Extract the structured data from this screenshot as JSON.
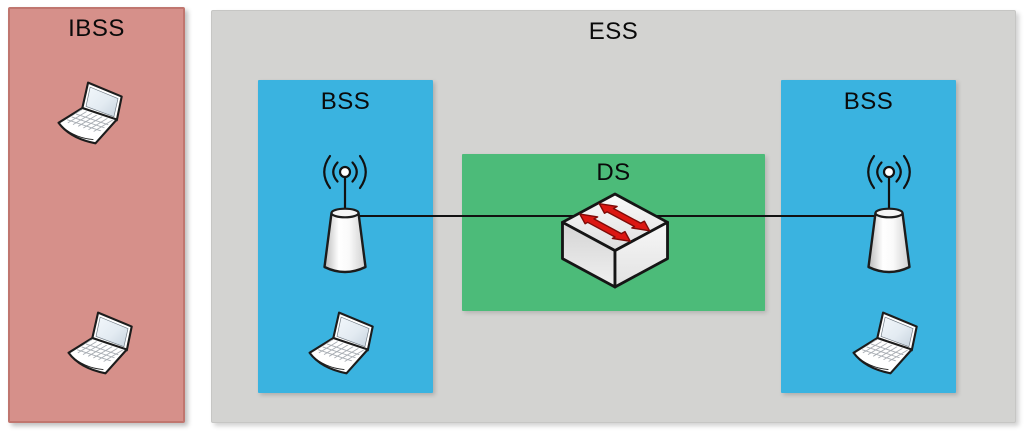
{
  "regions": {
    "ibss": {
      "label": "IBSS",
      "color": "#d6908a"
    },
    "ess": {
      "label": "ESS",
      "color": "#d3d3d1"
    },
    "bss_left": {
      "label": "BSS",
      "color": "#3ab3e0"
    },
    "bss_right": {
      "label": "BSS",
      "color": "#3ab3e0"
    },
    "ds": {
      "label": "DS",
      "color": "#4cbb79"
    }
  },
  "icons": {
    "laptop": "laptop-icon",
    "access_point": "access-point-antenna-icon",
    "switch": "ethernet-switch-icon"
  },
  "connections": {
    "wired_link_color": "#111111",
    "switch_arrow_color": "#dc1712"
  }
}
